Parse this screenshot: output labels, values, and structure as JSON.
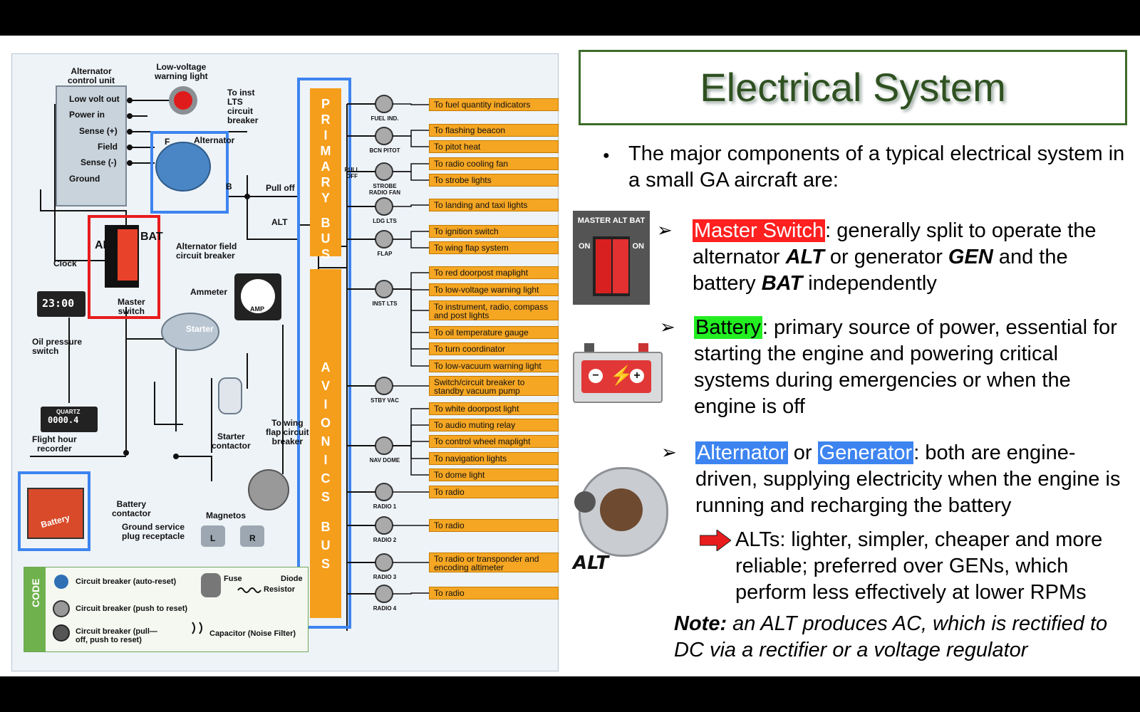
{
  "title": "Electrical System",
  "intro": "The major components of a typical electrical system in a small GA aircraft are:",
  "master": {
    "label": "Master Switch",
    "text1": ": generally split to operate the alternator ",
    "alt": "ALT",
    "text2": " or generator ",
    "gen": "GEN",
    "text3": " and the battery ",
    "bat": "BAT",
    "text4": " independently",
    "image_labels": {
      "top": "MASTER ALT BAT",
      "left": "ON",
      "right": "ON"
    },
    "color": "#ff2020"
  },
  "battery": {
    "label": "Battery",
    "text": ": primary source of power, essential for starting the engine and powering critical systems during emergencies or when the engine is off",
    "color": "#22ee22"
  },
  "alternator": {
    "label": "Alternator",
    "or": " or ",
    "label2": "Generator",
    "text": ": both are engine-driven, supplying electricity when the engine is running and recharging the battery",
    "sub": "ALTs: lighter, simpler, cheaper and more reliable; preferred over GENs, which perform less effectively at lower RPMs",
    "image_label": "ALT",
    "color": "#3d84f0"
  },
  "note": {
    "bold": "Note:",
    "text": " an ALT produces AC, which is rectified to DC via a rectifier or a voltage regulator"
  },
  "diagram": {
    "acu_title": "Alternator\ncontrol unit",
    "acu_pins": [
      "Low volt out",
      "Power in",
      "Sense (+)",
      "Field",
      "Sense (-)",
      "Ground"
    ],
    "lv_light": "Low-voltage\nwarning light",
    "to_inst": "To inst\nLTS\ncircuit\nbreaker",
    "alternator": "Alternator",
    "pull_off": "Pull off",
    "alt": "ALT",
    "alt_field_cb": "Alternator field\ncircuit breaker",
    "clock": "Clock",
    "clock_display": "23:00",
    "master_switch": "Master\nswitch",
    "ammeter": "Ammeter",
    "amp": "AMP",
    "starter": "Starter",
    "oil_pressure": "Oil pressure\nswitch",
    "hour_recorder": "Flight hour\nrecorder",
    "hour_display": "0000.4",
    "quartz": "QUARTZ",
    "starter_contactor": "Starter\ncontactor",
    "to_wing_flap": "To wing\nflap circuit\nbreaker",
    "battery_contactor": "Battery\ncontactor",
    "ground_service": "Ground service\nplug receptacle",
    "magnetos": "Magnetos",
    "battery": "Battery",
    "mag_l": "L",
    "mag_r": "R",
    "ms_alt": "ALT",
    "ms_bat": "BAT",
    "alt_f": "F",
    "alt_b": "B",
    "primary_bus": "PRIMARY BUS",
    "avionics_bus": "AVIONICS BUS",
    "breakers": [
      "FUEL IND.",
      "BCN PITOT",
      "STROBE RADIO FAN",
      "LDG LTS",
      "FLAP",
      "INST LTS",
      "STBY VAC",
      "NAV DOME",
      "RADIO 1",
      "RADIO 2",
      "RADIO 3",
      "RADIO 4"
    ],
    "pull_off_small": "PULL OFF",
    "outputs": [
      "To fuel quantity indicators",
      "To flashing beacon",
      "To pitot heat",
      "To radio cooling fan",
      "To strobe lights",
      "To landing and taxi lights",
      "To ignition switch",
      "To wing flap system",
      "To red doorpost maplight",
      "To low-voltage warning light",
      "To instrument, radio, compass and post lights",
      "To oil temperature gauge",
      "To turn coordinator",
      "To low-vacuum warning light",
      "Switch/circuit breaker to standby vacuum pump",
      "To white doorpost light",
      "To audio muting relay",
      "To control wheel maplight",
      "To navigation lights",
      "To dome light",
      "To radio",
      "To radio",
      "To radio or transponder and encoding altimeter",
      "To radio"
    ],
    "code": {
      "title": "CODE",
      "items": [
        "Circuit breaker (auto-reset)",
        "Circuit breaker (push to reset)",
        "Circuit breaker (pull—off, push to reset)",
        "Fuse",
        "Diode",
        "Resistor",
        "Capacitor (Noise Filter)"
      ]
    }
  }
}
